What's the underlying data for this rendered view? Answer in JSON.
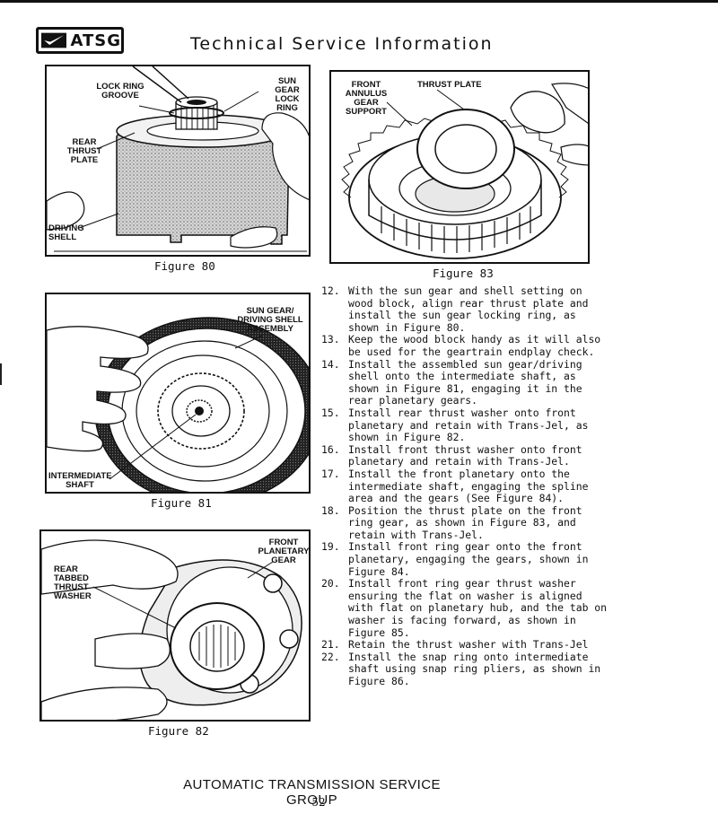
{
  "header": {
    "logo_text": "ATSG",
    "logo_icon": "atsg-swoosh-icon",
    "title": "Technical Service Information"
  },
  "figures": {
    "fig80": {
      "caption": "Figure 80",
      "labels": {
        "lock_ring_groove": "LOCK RING GROOVE",
        "sun_gear_lock_ring": "SUN GEAR LOCK RING",
        "rear_thrust_plate": "REAR THRUST PLATE",
        "driving_shell": "DRIVING SHELL"
      }
    },
    "fig81": {
      "caption": "Figure 81",
      "labels": {
        "sun_gear_driving_shell": "SUN GEAR/ DRIVING SHELL ASSEMBLY",
        "intermediate_shaft": "INTERMEDIATE SHAFT"
      }
    },
    "fig82": {
      "caption": "Figure 82",
      "labels": {
        "front_planetary_gear": "FRONT PLANETARY GEAR",
        "rear_tabbed_thrust_washer": "REAR TABBED THRUST WASHER"
      }
    },
    "fig83": {
      "caption": "Figure 83",
      "labels": {
        "front_annulus_gear_support": "FRONT ANNULUS GEAR SUPPORT",
        "thrust_plate": "THRUST PLATE"
      }
    }
  },
  "steps": [
    {
      "num": "12.",
      "text": "With the sun gear and shell setting on wood block, align rear thrust plate and install the sun gear locking ring, as shown in Figure 80."
    },
    {
      "num": "13.",
      "text": "Keep the wood block handy as it will also be used for the geartrain endplay check."
    },
    {
      "num": "14.",
      "text": "Install the assembled sun gear/driving shell onto the intermediate shaft, as shown in Figure 81, engaging it in the rear planetary gears."
    },
    {
      "num": "15.",
      "text": "Install rear thrust washer onto front planetary and retain with Trans-Jel, as shown in Figure 82."
    },
    {
      "num": "16.",
      "text": "Install front thrust washer onto front planetary and retain with Trans-Jel."
    },
    {
      "num": "17.",
      "text": "Install the front planetary onto the intermediate shaft, engaging the spline area and the gears (See Figure 84)."
    },
    {
      "num": "18.",
      "text": "Position the thrust plate on the front ring gear, as shown in Figure 83, and retain with Trans-Jel."
    },
    {
      "num": "19.",
      "text": "Install front ring gear onto the front planetary, engaging the gears, shown in Figure 84."
    },
    {
      "num": "20.",
      "text": "Install front ring gear thrust washer ensuring the flat on washer is aligned with flat on planetary hub, and the tab on washer is facing forward, as shown in Figure 85."
    },
    {
      "num": "21.",
      "text": "Retain the thrust washer with Trans-Jel"
    },
    {
      "num": "22.",
      "text": "Install the snap ring onto intermediate shaft using snap ring pliers, as shown in Figure 86."
    }
  ],
  "footer": {
    "org": "AUTOMATIC TRANSMISSION SERVICE GROUP",
    "page": "52"
  }
}
